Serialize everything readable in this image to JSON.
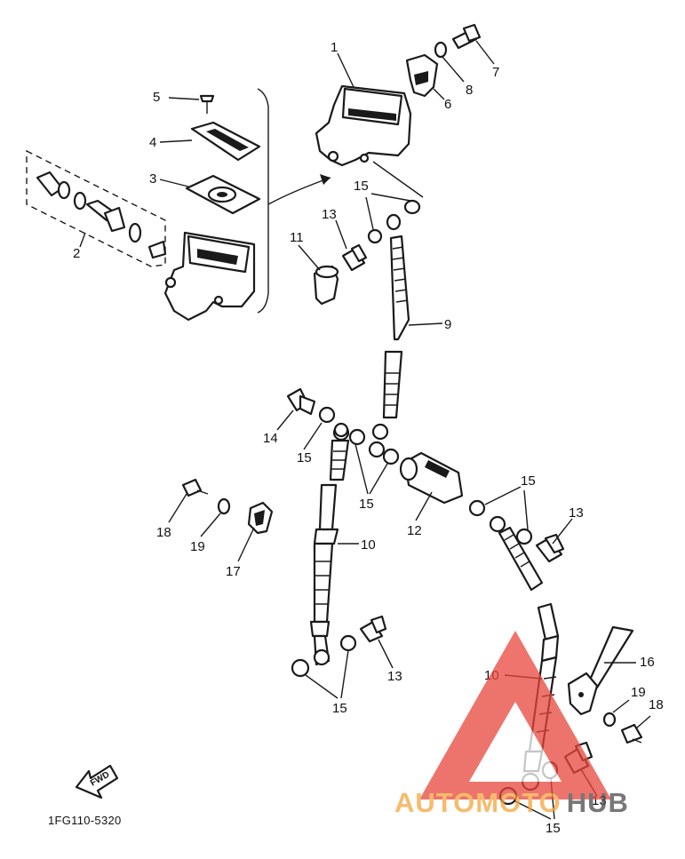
{
  "diagram": {
    "part_code": "1FG110-5320",
    "fwd_label": "FWD",
    "callouts": [
      {
        "id": "c1",
        "text": "1"
      },
      {
        "id": "c2",
        "text": "2"
      },
      {
        "id": "c3a",
        "text": "3"
      },
      {
        "id": "c4",
        "text": "4"
      },
      {
        "id": "c5",
        "text": "5"
      },
      {
        "id": "c6",
        "text": "6"
      },
      {
        "id": "c7",
        "text": "7"
      },
      {
        "id": "c8",
        "text": "8"
      },
      {
        "id": "c9",
        "text": "9"
      },
      {
        "id": "c10a",
        "text": "10"
      },
      {
        "id": "c10b",
        "text": "10"
      },
      {
        "id": "c11",
        "text": "11"
      },
      {
        "id": "c12",
        "text": "12"
      },
      {
        "id": "c13a",
        "text": "13"
      },
      {
        "id": "c13b",
        "text": "13"
      },
      {
        "id": "c13c",
        "text": "13"
      },
      {
        "id": "c13d",
        "text": "13"
      },
      {
        "id": "c14",
        "text": "14"
      },
      {
        "id": "c15a",
        "text": "15"
      },
      {
        "id": "c15b",
        "text": "15"
      },
      {
        "id": "c15c",
        "text": "15"
      },
      {
        "id": "c15d",
        "text": "15"
      },
      {
        "id": "c15e",
        "text": "15"
      },
      {
        "id": "c15f",
        "text": "15"
      },
      {
        "id": "c16",
        "text": "16"
      },
      {
        "id": "c17",
        "text": "17"
      },
      {
        "id": "c18a",
        "text": "18"
      },
      {
        "id": "c18b",
        "text": "18"
      },
      {
        "id": "c19a",
        "text": "19"
      },
      {
        "id": "c19b",
        "text": "19"
      }
    ]
  },
  "watermark": {
    "text_left": "AUTO",
    "text_mid": "MOTO",
    "text_right": "HUB",
    "color_primary": "#e8463c",
    "color_secondary": "#f3a53b",
    "color_dark": "#4a4a4a"
  }
}
